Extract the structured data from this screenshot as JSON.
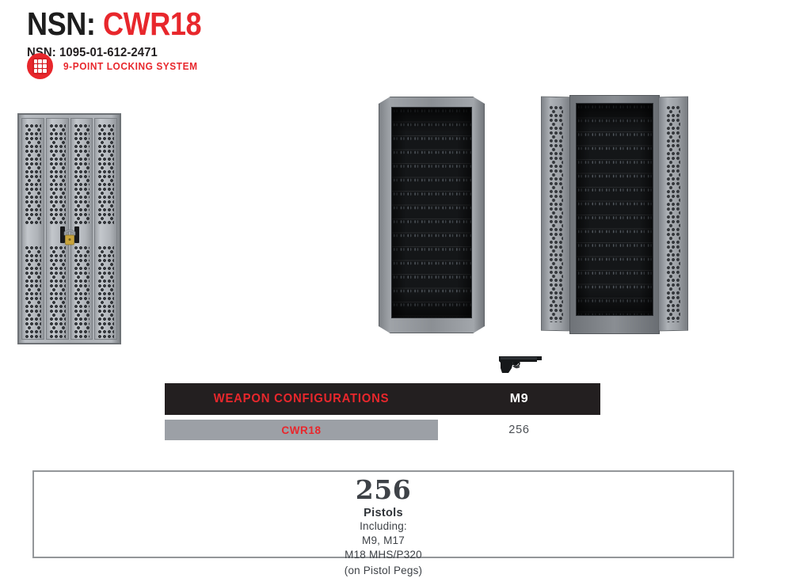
{
  "header": {
    "title_prefix": "NSN:",
    "title_model": "CWR18",
    "nsn_line": "NSN: 1095-01-612-2471",
    "lock_feature_label": "9-POINT LOCKING SYSTEM",
    "lock_icon": "9-point-lock-icon"
  },
  "colors": {
    "accent_red": "#e8272c",
    "header_black": "#231f20",
    "row_gray": "#9ca0a6",
    "box_border": "#939699",
    "cabinet_gray": "#a8acb1",
    "cabinet_dark": "#17191b"
  },
  "products": [
    {
      "name": "cabinet-closed-front",
      "caption": ""
    },
    {
      "name": "cabinet-open-interior",
      "caption": ""
    },
    {
      "name": "cabinet-open-doors",
      "caption": ""
    }
  ],
  "weapon_table": {
    "config_header": "WEAPON CONFIGURATIONS",
    "weapon_header": "M9",
    "weapon_icon": "pistol-icon",
    "rows": [
      {
        "model": "CWR18",
        "capacity": "256"
      }
    ]
  },
  "summary": {
    "count": "256",
    "type": "Pistols",
    "including_label": "Including:",
    "models_line_1": "M9, M17",
    "models_line_2": "M18 MHS/P320",
    "note": "(on Pistol Pegs)"
  }
}
